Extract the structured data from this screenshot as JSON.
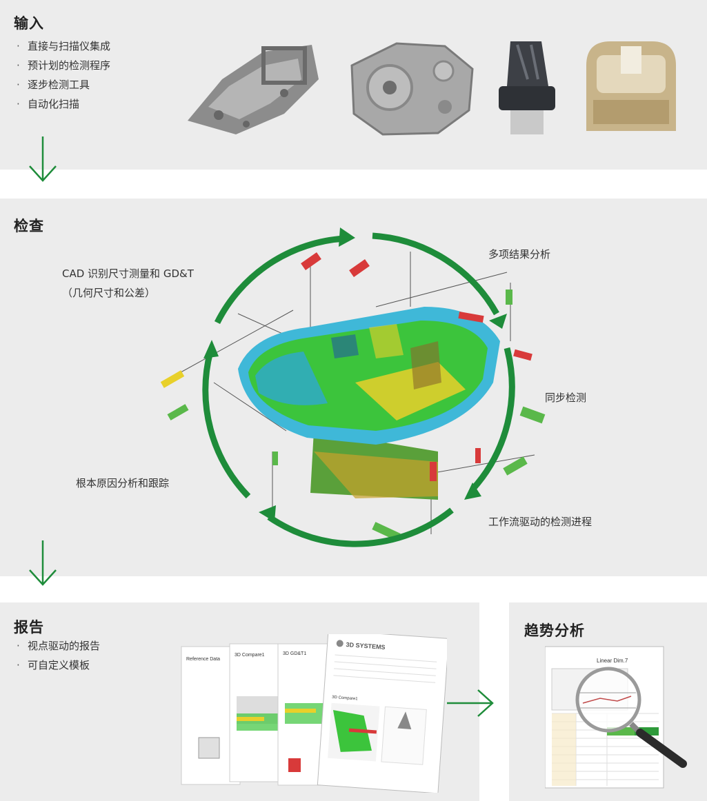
{
  "input": {
    "title": "输入",
    "bullets": [
      "直接与扫描仪集成",
      "预计划的检测程序",
      "逐步检测工具",
      "自动化扫描"
    ]
  },
  "inspect": {
    "title": "检查",
    "labels": {
      "cad_line1": "CAD  识别尺寸测量和  GD&T",
      "cad_line2": "（几何尺寸和公差）",
      "multi": "多项结果分析",
      "sync": "同步检测",
      "workflow": "工作流驱动的检测进程",
      "root": "根本原因分析和跟踪"
    }
  },
  "report": {
    "title": "报告",
    "bullets": [
      "视点驱动的报告",
      "可自定义模板"
    ],
    "docs": {
      "doc1_title": "Reference Data",
      "doc2_title": "3D Compare1",
      "doc3_title": "3D GD&T1",
      "doc4_brand": "3D SYSTEMS",
      "doc4_sub": "3D Compare1"
    }
  },
  "trend": {
    "title": "趋势分析",
    "chart_title": "Linear Dim.7"
  },
  "colors": {
    "green_arrow": "#1e8c3a",
    "panel_bg": "#ececec",
    "scan_green": "#3cc43c",
    "scan_cyan": "#3fb8d8",
    "scan_yellow": "#e8d02a",
    "tag_red": "#d83a3a",
    "tag_green": "#5ab84a"
  }
}
